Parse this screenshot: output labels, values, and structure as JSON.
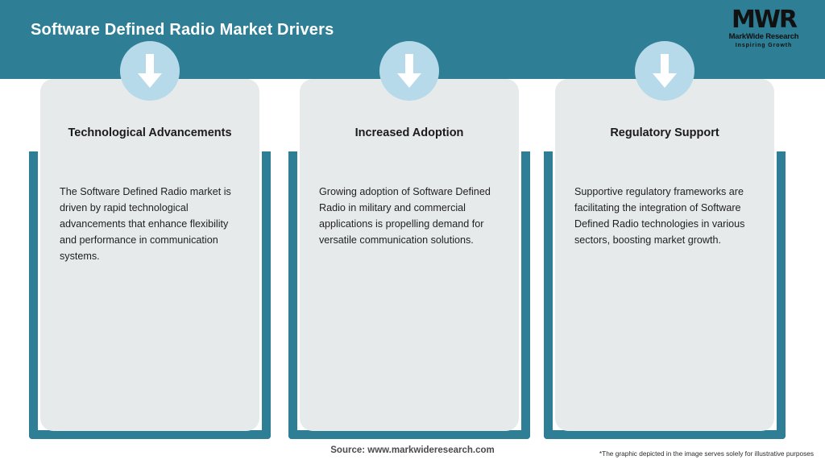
{
  "header": {
    "title": "Software Defined Radio Market Drivers",
    "background_color": "#2e7f96",
    "title_color": "#ffffff"
  },
  "logo": {
    "mark": "MWR",
    "name": "MarkWide Research",
    "tagline": "Inspiring Growth"
  },
  "theme": {
    "accent_teal": "#2e7f96",
    "card_gray": "#e7eaeb",
    "badge_blue": "#b6dae9",
    "page_background": "#ffffff"
  },
  "cards": [
    {
      "icon": "down-arrow-icon",
      "title": "Technological Advancements",
      "body": "The Software Defined Radio market is driven by rapid technological advancements that enhance flexibility and performance in communication systems."
    },
    {
      "icon": "down-arrow-icon",
      "title": "Increased Adoption",
      "body": "Growing adoption of Software Defined Radio in military and commercial applications is propelling demand for versatile communication solutions."
    },
    {
      "icon": "down-arrow-icon",
      "title": "Regulatory Support",
      "body": "Supportive regulatory frameworks are facilitating the integration of Software Defined Radio technologies in various sectors, boosting market growth."
    }
  ],
  "footer": {
    "source": "Source: www.markwideresearch.com",
    "disclaimer": "*The graphic depicted in the image serves solely for illustrative purposes"
  }
}
